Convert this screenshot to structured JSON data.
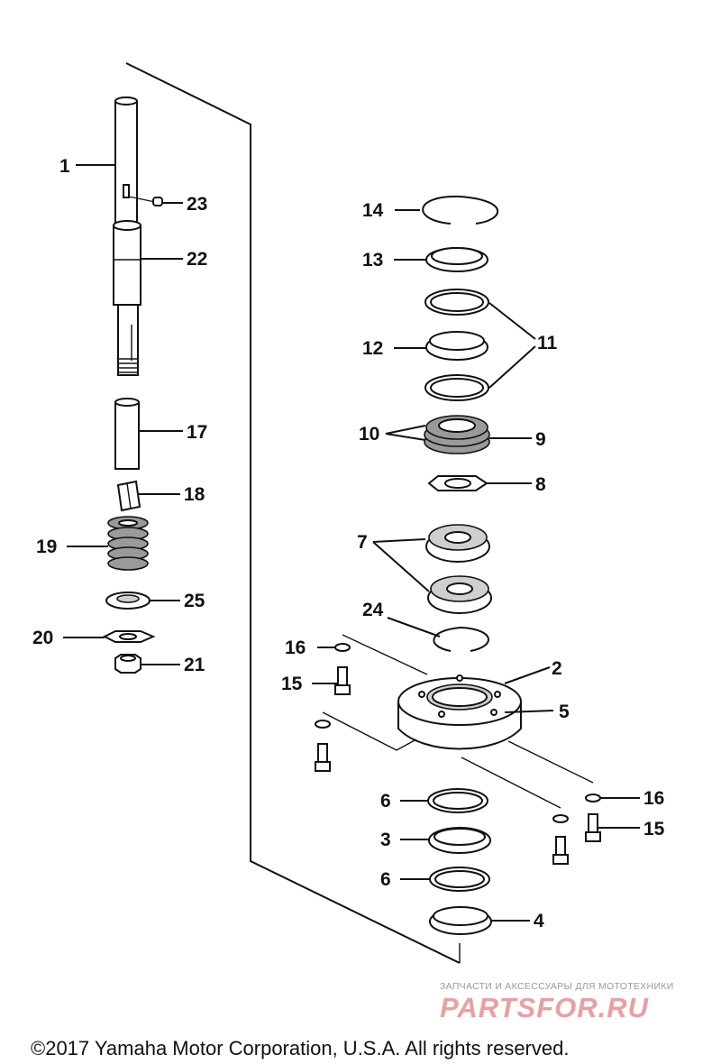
{
  "diagram": {
    "labels": {
      "p1": "1",
      "p2": "2",
      "p3": "3",
      "p4": "4",
      "p5": "5",
      "p6a": "6",
      "p6b": "6",
      "p7": "7",
      "p8": "8",
      "p9": "9",
      "p10": "10",
      "p11": "11",
      "p12": "12",
      "p13": "13",
      "p14": "14",
      "p15a": "15",
      "p15b": "15",
      "p16a": "16",
      "p16b": "16",
      "p17": "17",
      "p18": "18",
      "p19": "19",
      "p20": "20",
      "p21": "21",
      "p22": "22",
      "p23": "23",
      "p24": "24",
      "p25": "25"
    }
  },
  "watermark": {
    "tagline": "ЗАПЧАСТИ И АКСЕССУАРЫ ДЛЯ МОТОТЕХНИКИ",
    "brand": "PARTSFOR.RU"
  },
  "footer": {
    "copyright": "©2017 Yamaha Motor Corporation, U.S.A. All rights reserved."
  }
}
